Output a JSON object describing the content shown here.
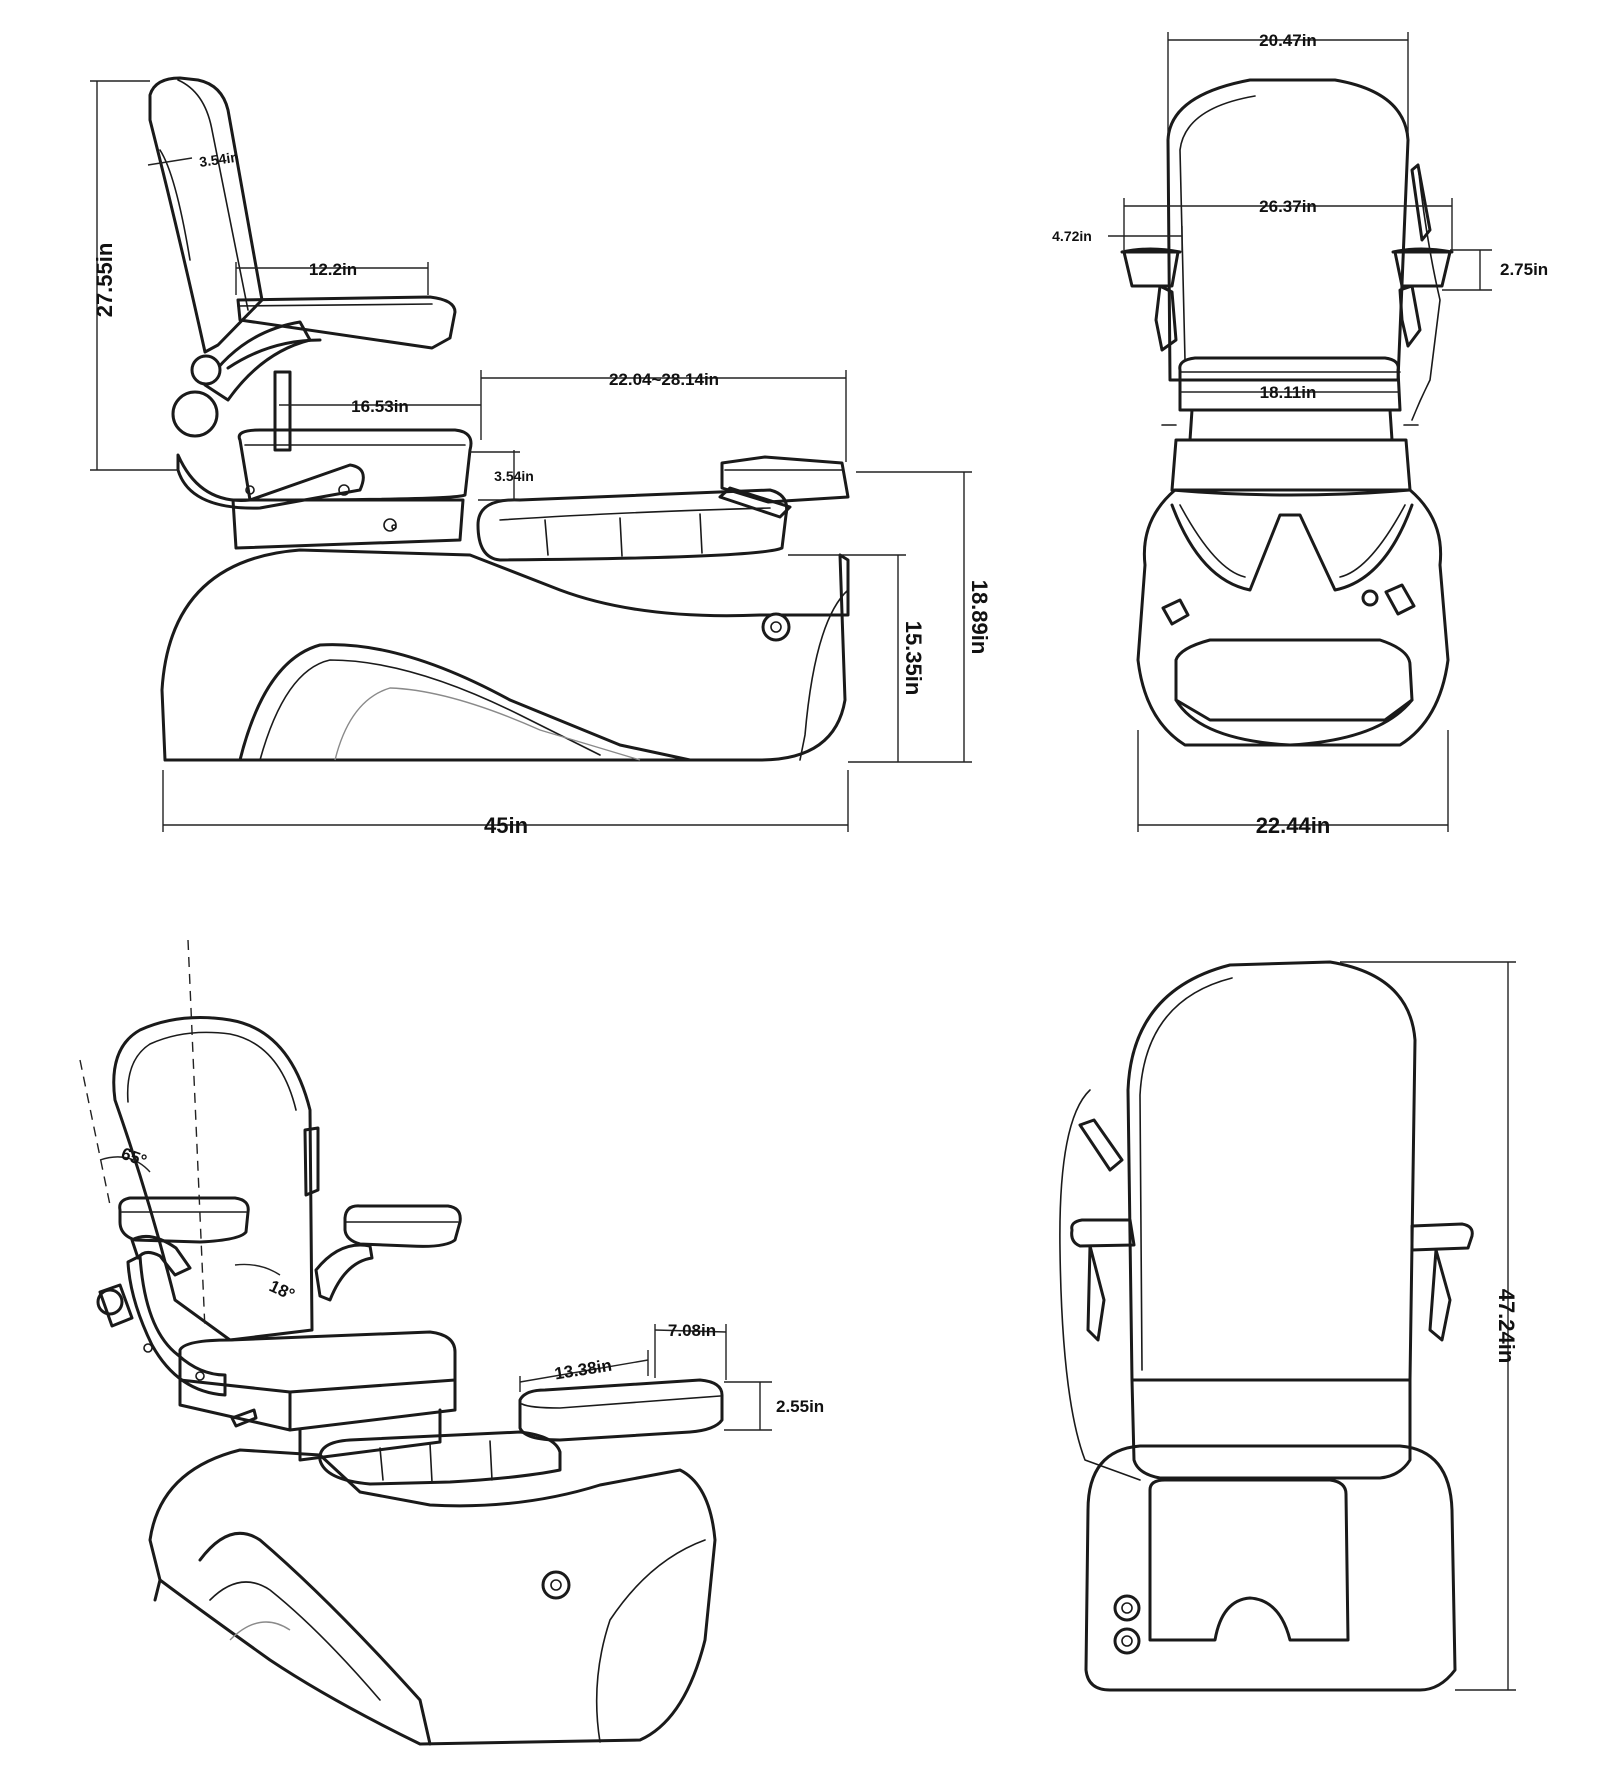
{
  "side_view": {
    "height_total": "27.55in",
    "back_thickness": "3.54in",
    "armrest_length": "12.2in",
    "seat_depth": "16.53in",
    "footrest_range": "22.04~28.14in",
    "seat_step": "3.54in",
    "base_height": "18.89in",
    "basin_height": "15.35in",
    "overall_length": "45in"
  },
  "front_view": {
    "back_width": "20.47in",
    "arm_span": "26.37in",
    "cupholder_width": "4.72in",
    "cupholder_height": "2.75in",
    "seat_width": "18.11in",
    "base_width": "22.44in"
  },
  "perspective_view": {
    "recline_angle": "65°",
    "seat_angle": "18°",
    "footrest_length": "13.38in",
    "footrest_width": "7.08in",
    "footrest_thickness": "2.55in"
  },
  "rear_view": {
    "overall_height": "47.24in"
  }
}
